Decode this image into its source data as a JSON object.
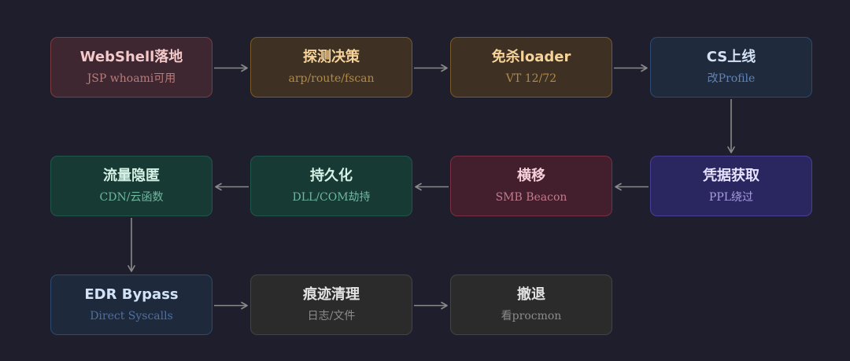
{
  "nodes": [
    {
      "id": "webshell",
      "title": "WebShell落地",
      "subtitle": "JSP whoami可用",
      "fill": "#3e2730",
      "border": "#7b3d40",
      "title_color": "#f3c9c9",
      "sub_color": "#b97c7c"
    },
    {
      "id": "recon",
      "title": "探测决策",
      "subtitle": "arp/route/fscan",
      "fill": "#3e3124",
      "border": "#7b5a2a",
      "title_color": "#f6d39a",
      "sub_color": "#b08a49"
    },
    {
      "id": "loader",
      "title": "免杀loader",
      "subtitle": "VT 12/72",
      "fill": "#3e3124",
      "border": "#7b5a2a",
      "title_color": "#f6d39a",
      "sub_color": "#b08a49"
    },
    {
      "id": "cs",
      "title": "CS上线",
      "subtitle": "改Profile",
      "fill": "#1f2a3c",
      "border": "#2c4a72",
      "title_color": "#d3e2f6",
      "sub_color": "#5f84b8"
    },
    {
      "id": "cred",
      "title": "凭据获取",
      "subtitle": "PPL绕过",
      "fill": "#2a2760",
      "border": "#4a3f97",
      "title_color": "#e6e2ff",
      "sub_color": "#a89ee0"
    },
    {
      "id": "lateral",
      "title": "横移",
      "subtitle": "SMB Beacon",
      "fill": "#431f2d",
      "border": "#7a2f43",
      "title_color": "#f5d0d8",
      "sub_color": "#c17b8d"
    },
    {
      "id": "persist",
      "title": "持久化",
      "subtitle": "DLL/COM劫持",
      "fill": "#173a34",
      "border": "#21574b",
      "title_color": "#d6f2e6",
      "sub_color": "#6fb79f"
    },
    {
      "id": "traffic",
      "title": "流量隐匿",
      "subtitle": "CDN/云函数",
      "fill": "#173a34",
      "border": "#21574b",
      "title_color": "#d6f2e6",
      "sub_color": "#6fb79f"
    },
    {
      "id": "edr",
      "title": "EDR Bypass",
      "subtitle": "Direct Syscalls",
      "fill": "#1e2a3c",
      "border": "#2c4a72",
      "title_color": "#d3e2f6",
      "sub_color": "#4f6fa0"
    },
    {
      "id": "cleanup",
      "title": "痕迹清理",
      "subtitle": "日志/文件",
      "fill": "#2b2b2c",
      "border": "#444446",
      "title_color": "#e2e2e2",
      "sub_color": "#8c8c8c"
    },
    {
      "id": "exit",
      "title": "撤退",
      "subtitle": "看procmon",
      "fill": "#2b2b2c",
      "border": "#444446",
      "title_color": "#e2e2e2",
      "sub_color": "#8c8c8c"
    }
  ],
  "edges": [
    [
      "webshell",
      "recon"
    ],
    [
      "recon",
      "loader"
    ],
    [
      "loader",
      "cs"
    ],
    [
      "cs",
      "cred"
    ],
    [
      "cred",
      "lateral"
    ],
    [
      "lateral",
      "persist"
    ],
    [
      "persist",
      "traffic"
    ],
    [
      "traffic",
      "edr"
    ],
    [
      "edr",
      "cleanup"
    ],
    [
      "cleanup",
      "exit"
    ]
  ],
  "colors": {
    "background": "#1e1e2c",
    "arrow": "#8a8a8a"
  }
}
